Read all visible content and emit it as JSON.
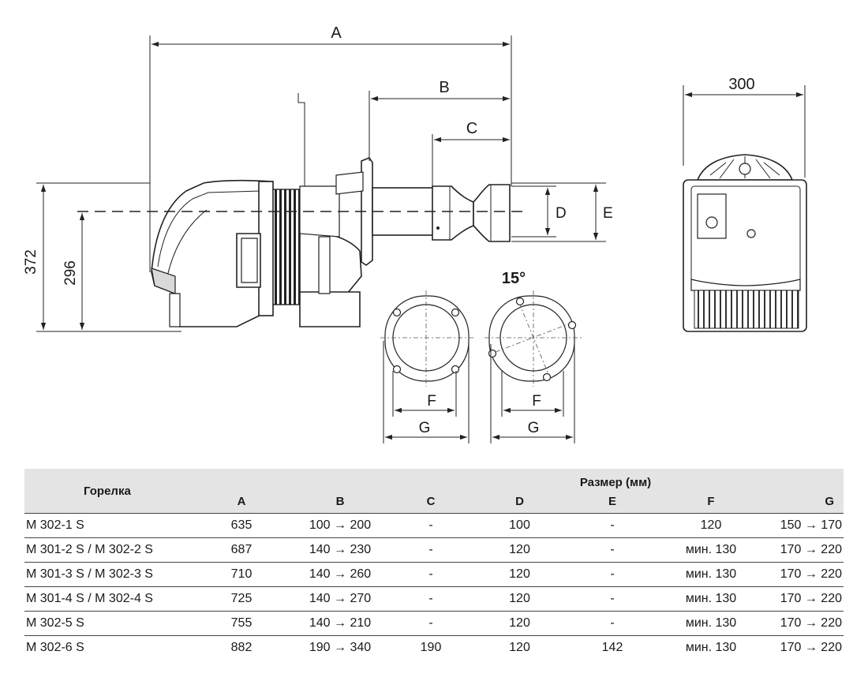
{
  "drawing": {
    "dimension_labels": {
      "a": "A",
      "b": "B",
      "c": "C",
      "d": "D",
      "e": "E",
      "f_left": "F",
      "g_left": "G",
      "f_right": "F",
      "g_right": "G",
      "height_total": "372",
      "height_axis": "296",
      "width_front": "300",
      "angle": "15°"
    }
  },
  "table": {
    "burner_header": "Горелка",
    "group_header": "Размер (мм)",
    "columns": [
      "A",
      "B",
      "C",
      "D",
      "E",
      "F",
      "G"
    ],
    "rows": [
      {
        "model": "M 302-1 S",
        "cells": [
          "635",
          "100 → 200",
          "-",
          "100",
          "-",
          "120",
          "150 → 170"
        ]
      },
      {
        "model": "M 301-2 S / M 302-2 S",
        "cells": [
          "687",
          "140 → 230",
          "-",
          "120",
          "-",
          "мин. 130",
          "170 → 220"
        ]
      },
      {
        "model": "M 301-3 S / M 302-3 S",
        "cells": [
          "710",
          "140 → 260",
          "-",
          "120",
          "-",
          "мин. 130",
          "170 → 220"
        ]
      },
      {
        "model": "M 301-4 S / M 302-4 S",
        "cells": [
          "725",
          "140 → 270",
          "-",
          "120",
          "-",
          "мин. 130",
          "170 → 220"
        ]
      },
      {
        "model": "M 302-5 S",
        "cells": [
          "755",
          "140 → 210",
          "-",
          "120",
          "-",
          "мин. 130",
          "170 → 220"
        ]
      },
      {
        "model": "M 302-6 S",
        "cells": [
          "882",
          "190 → 340",
          "190",
          "120",
          "142",
          "мин. 130",
          "170 → 220"
        ]
      }
    ]
  }
}
